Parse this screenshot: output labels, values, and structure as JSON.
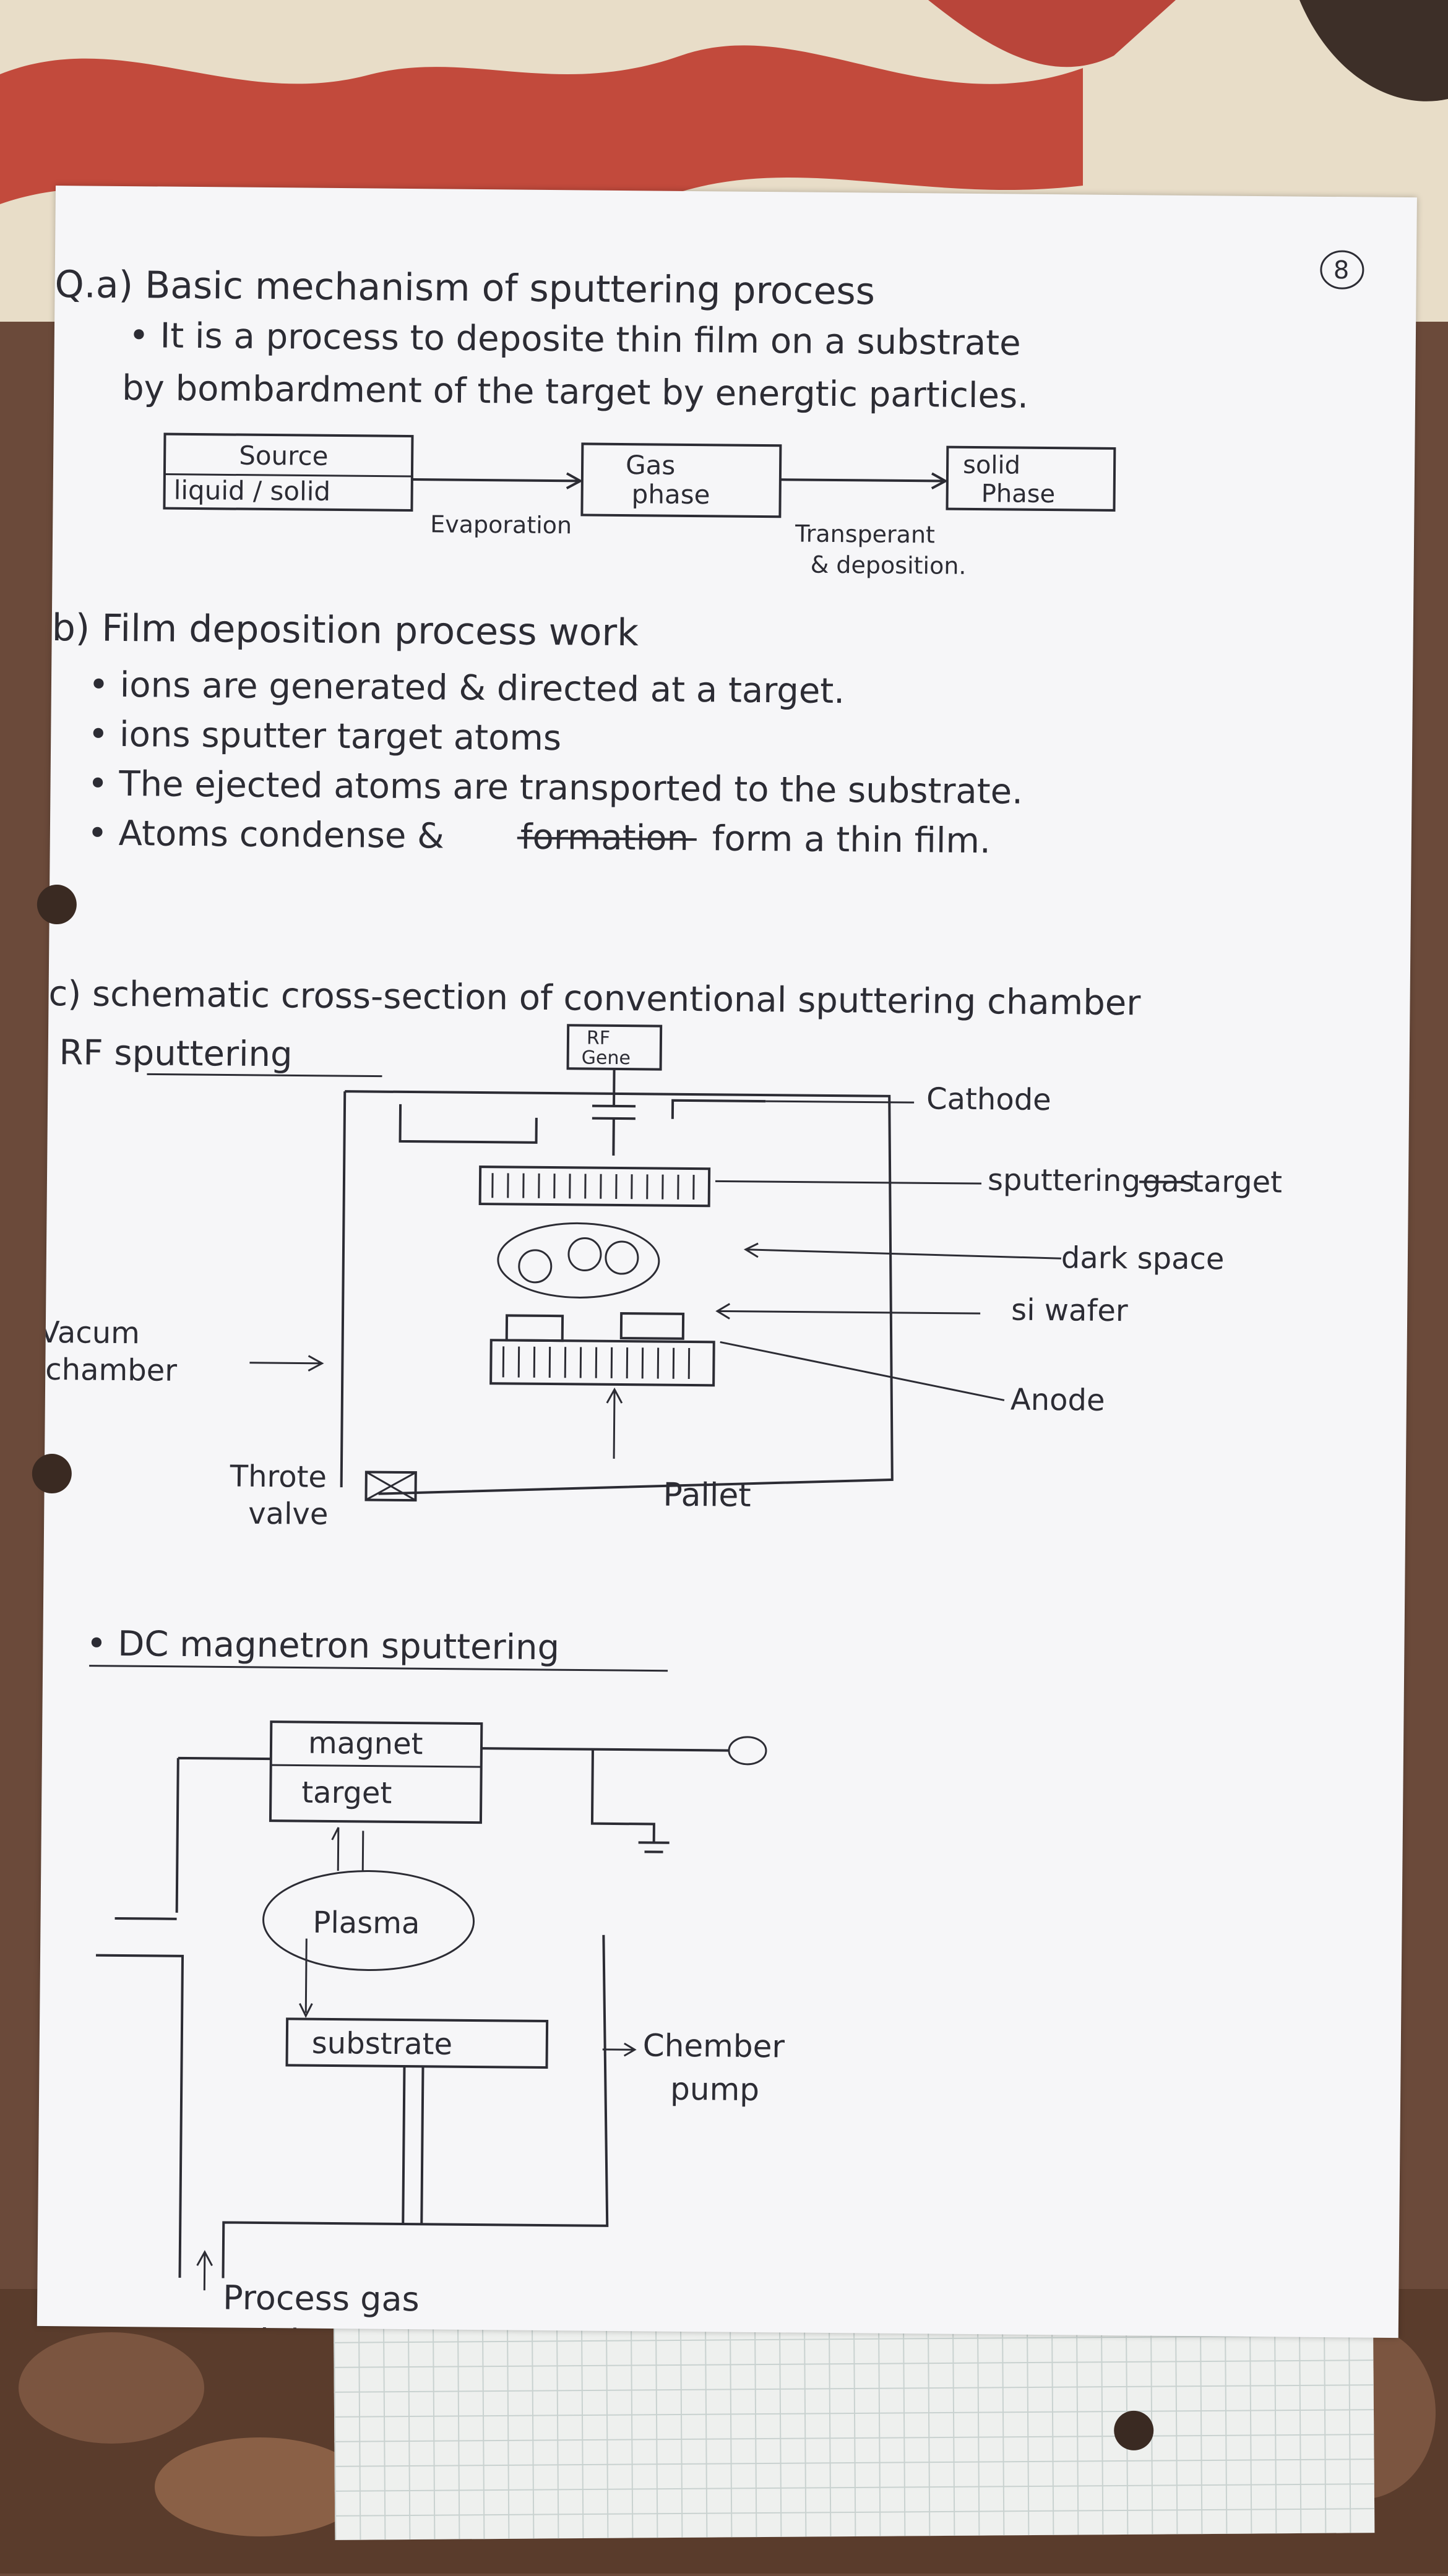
{
  "page_number": "8",
  "section_a": {
    "heading": "Q.a) Basic mechanism of sputtering process",
    "line1": "• It is a process to deposite thin film on a substrate",
    "line2": "by bombardment of the target by energtic particles.",
    "flow": {
      "box1_top": "Source",
      "box1_bottom": "liquid / solid",
      "box2_top": "Gas",
      "box2_bottom": "phase",
      "box3_top": "solid",
      "box3_bottom": "Phase",
      "arrow1_label": "Evaporation",
      "arrow2_label_1": "Transperant",
      "arrow2_label_2": "& deposition."
    }
  },
  "section_b": {
    "heading": "b) Film deposition process work",
    "bullets": [
      "• ions are generated & directed at a target.",
      "• ions sputter target atoms",
      "• The ejected atoms are transported to the substrate.",
      "• Atoms condense &",
      "form a thin film."
    ],
    "struck_word": "formation"
  },
  "section_c": {
    "heading": "c) schematic cross-section of conventional sputtering chamber",
    "rf_title": "→• RF sputtering",
    "rf_gen_1": "RF",
    "rf_gen_2": "Gene",
    "labels": {
      "cathode": "Cathode",
      "target_a": "sputtering",
      "target_struck": "gas",
      "target_b": "target",
      "dark_space": "dark space",
      "si_wafer": "si wafer",
      "anode": "Anode",
      "vacuum_1": "Vacum",
      "vacuum_2": "chamber",
      "throte_1": "Throte",
      "throte_2": "valve",
      "pallet": "Pallet"
    },
    "dc_title": "• DC magnetron sputtering",
    "dc_labels": {
      "magnet": "magnet",
      "target": "target",
      "plasma": "Plasma",
      "substrate": "substrate",
      "chamber_1": "Chember",
      "chamber_2": "pump",
      "gas_1": "Process gas",
      "gas_2": "inlet."
    }
  }
}
